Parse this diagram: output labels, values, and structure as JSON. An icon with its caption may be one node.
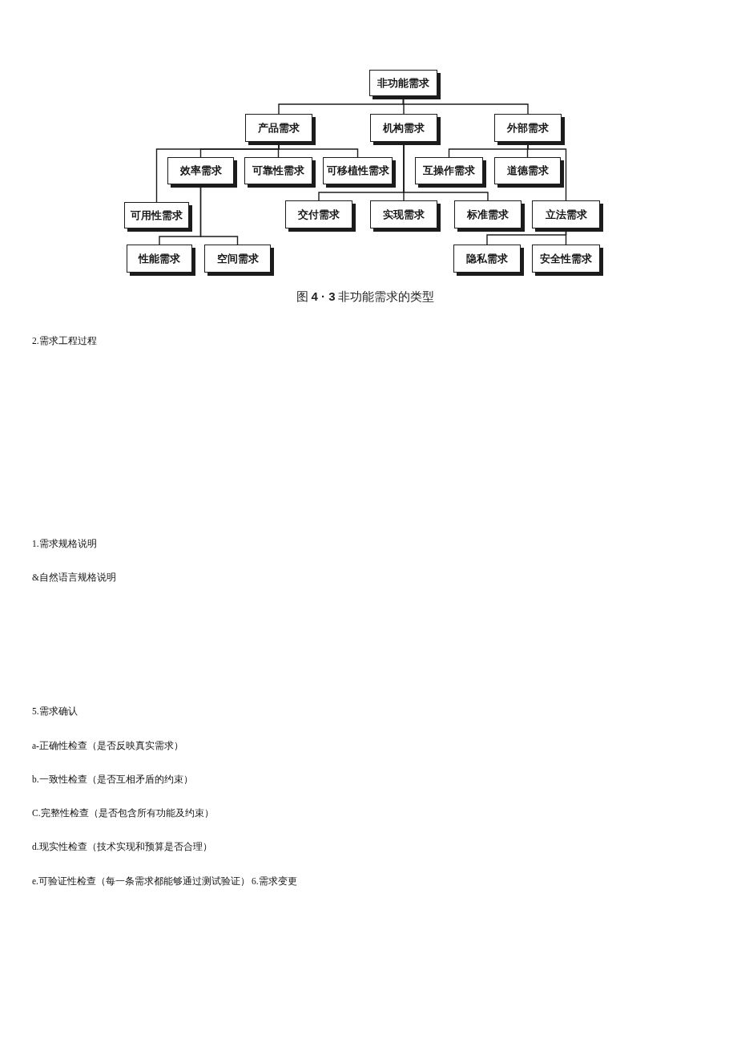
{
  "diagram": {
    "caption": "图 **4 · 3** 非功能需求的类型",
    "nodes": [
      {
        "text": [
          "非功能需求"
        ]
      },
      {
        "text": [
          "产品需求"
        ]
      },
      {
        "text": [
          "机构需求"
        ]
      },
      {
        "text": [
          "外部需求"
        ]
      },
      {
        "text": [
          "效率需求"
        ]
      },
      {
        "text": [
          "可靠性需求"
        ]
      },
      {
        "text": [
          "可移植性需求"
        ]
      },
      {
        "text": [
          "互操作需求"
        ]
      },
      {
        "text": [
          "道德需求"
        ]
      },
      {
        "text": [
          "可用性需求"
        ]
      },
      {
        "text": [
          "交付需求"
        ]
      },
      {
        "text": [
          "实现需求"
        ]
      },
      {
        "text": [
          "标准需求"
        ]
      },
      {
        "text": [
          "立法需求"
        ]
      },
      {
        "text": [
          "性能需求"
        ]
      },
      {
        "text": [
          "空间需求"
        ]
      },
      {
        "text": [
          "隐私需求"
        ]
      },
      {
        "text": [
          "安全性需求"
        ]
      }
    ],
    "edges": [
      {
        "from": 0,
        "to": 1,
        "arrow": "none"
      },
      {
        "from": 0,
        "to": 2,
        "arrow": "none"
      },
      {
        "from": 0,
        "to": 3,
        "arrow": "none"
      },
      {
        "from": 1,
        "to": 9,
        "arrow": "none"
      },
      {
        "from": 1,
        "to": 4,
        "arrow": "none"
      },
      {
        "from": 1,
        "to": 5,
        "arrow": "none"
      },
      {
        "from": 1,
        "to": 6,
        "arrow": "none"
      },
      {
        "from": 4,
        "to": 14,
        "arrow": "none"
      },
      {
        "from": 4,
        "to": 15,
        "arrow": "none"
      },
      {
        "from": 2,
        "to": 10,
        "arrow": "none"
      },
      {
        "from": 2,
        "to": 11,
        "arrow": "none"
      },
      {
        "from": 2,
        "to": 12,
        "arrow": "none"
      },
      {
        "from": 3,
        "to": 7,
        "arrow": "none"
      },
      {
        "from": 3,
        "to": 8,
        "arrow": "none"
      },
      {
        "from": 3,
        "to": 13,
        "arrow": "none"
      },
      {
        "from": 13,
        "to": 16,
        "arrow": "none"
      },
      {
        "from": 13,
        "to": 17,
        "arrow": "none"
      }
    ],
    "labels": [
      "2.需求工程过程",
      "1.需求规格说明",
      "&自然语言规格说明",
      "5.需求确认",
      "a-正确性检查（是否反映真实需求）",
      "b.一致性检查（是否互相矛盾的约束）",
      "C.完整性检查（是否包含所有功能及约束）",
      "d.现实性检查（技术实现和预算是否合理）",
      "e.可验证性检查（每一条需求都能够通过测试验证）",
      "6.需求变更"
    ]
  }
}
